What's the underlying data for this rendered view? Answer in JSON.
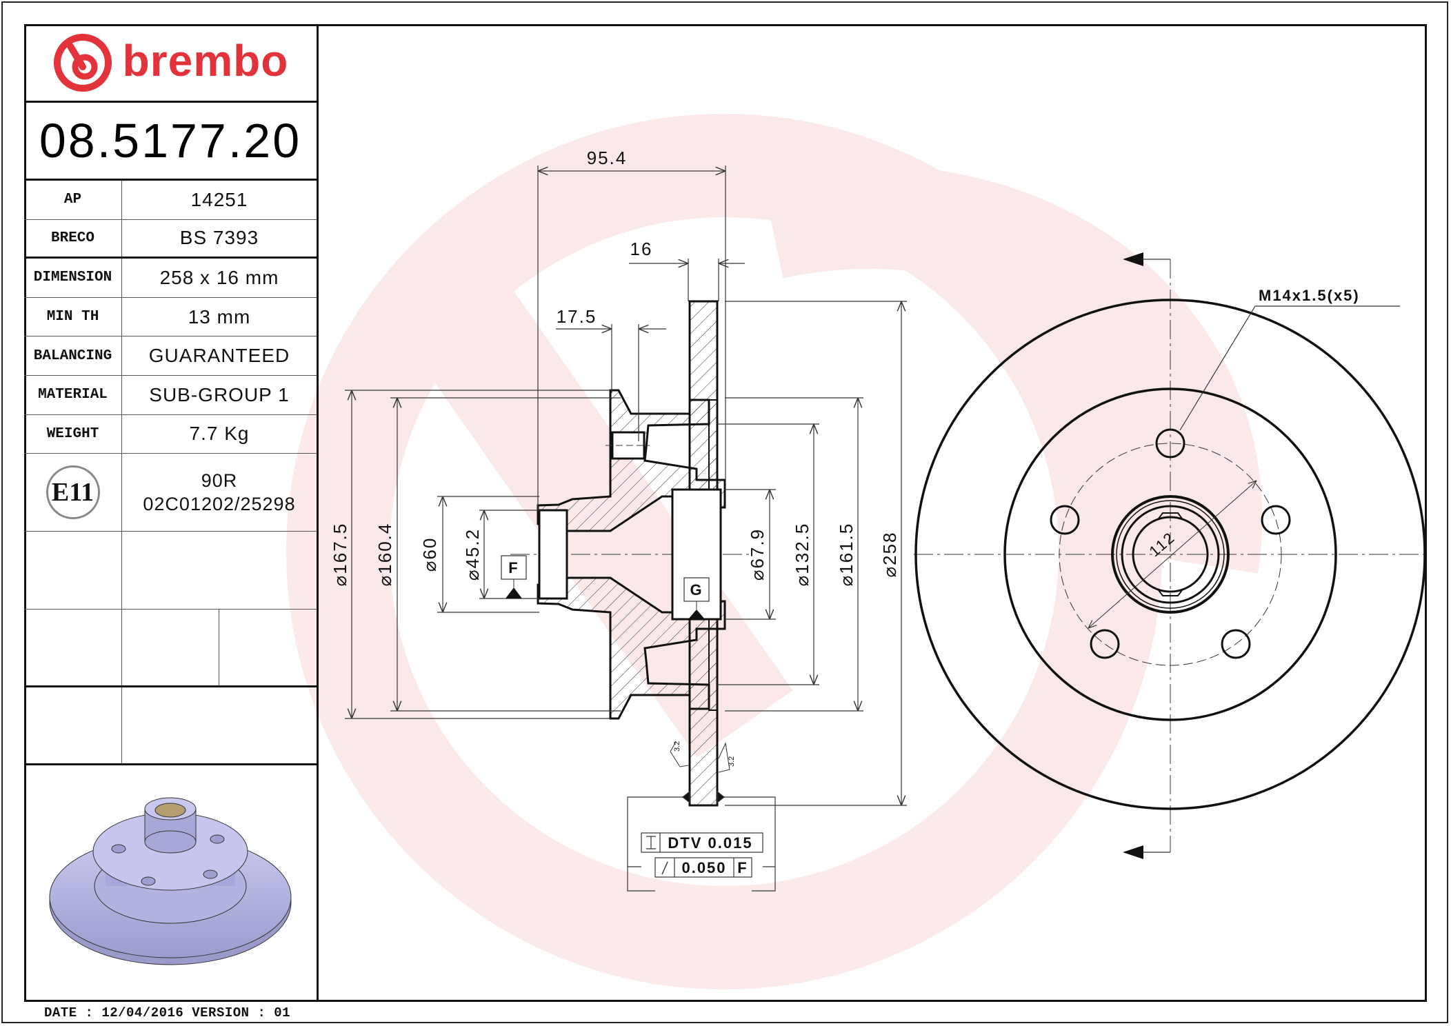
{
  "header": {
    "brand": "brembo",
    "brand_color": "#e2333b",
    "part_number": "08.5177.20"
  },
  "specs": [
    {
      "label": "AP",
      "value": "14251"
    },
    {
      "label": "BRECO",
      "value": "BS 7393"
    },
    {
      "label": "DIMENSION",
      "value": "258 x 16 mm"
    },
    {
      "label": "MIN TH",
      "value": "13 mm"
    },
    {
      "label": "BALANCING",
      "value": "GUARANTEED"
    },
    {
      "label": "MATERIAL",
      "value": "SUB-GROUP 1"
    },
    {
      "label": "WEIGHT",
      "value": "7.7 Kg"
    }
  ],
  "certification": {
    "badge": "E11",
    "regulation": "90R",
    "approval_number": "02C01202/25298"
  },
  "footer": {
    "date_text": "DATE : 12/04/2016 VERSION : 01"
  },
  "drawing": {
    "section_view": {
      "dims": {
        "overall_width": "95.4",
        "disc_thickness": "16",
        "hub_step": "17.5",
        "d167_5": "⌀167.5",
        "d160_4": "⌀160.4",
        "d60": "⌀60",
        "d45_2": "⌀45.2",
        "d67_9": "⌀67.9",
        "d132_5": "⌀132.5",
        "d161_5": "⌀161.5",
        "d258": "⌀258"
      },
      "datum_f": "F",
      "datum_g": "G",
      "roughness_left": "3.2",
      "roughness_right": "3.2",
      "tolerance_dtv": "DTV 0.015",
      "tolerance_runout_value": "0.050",
      "tolerance_runout_datum": "F"
    },
    "front_view": {
      "thread_callout": "M14x1.5(x5)",
      "pcd_label": "112"
    }
  }
}
